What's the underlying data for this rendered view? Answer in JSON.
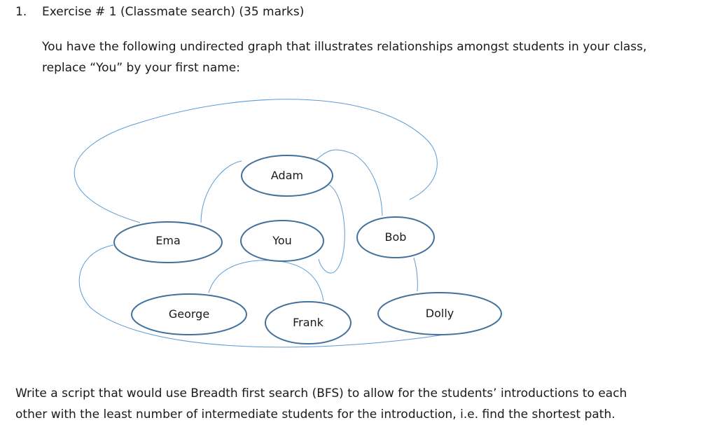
{
  "exercise": {
    "number": "1.",
    "title": "Exercise # 1 (Classmate search)  (35 marks)",
    "intro_lines": [
      "You have the following undirected graph that illustrates relationships amongst students in your class,",
      "replace “You” by your first name:"
    ],
    "footer_lines": [
      "Write a script that would use Breadth first search (BFS) to allow for the students’ introductions to each",
      "other with the least number of intermediate students for the introduction, i.e. find the shortest path."
    ]
  },
  "graph": {
    "nodes": [
      "Adam",
      "Ema",
      "You",
      "Bob",
      "George",
      "Frank",
      "Dolly"
    ],
    "node_stroke_color": "#41719c",
    "edge_color": "#5b9bd5"
  }
}
